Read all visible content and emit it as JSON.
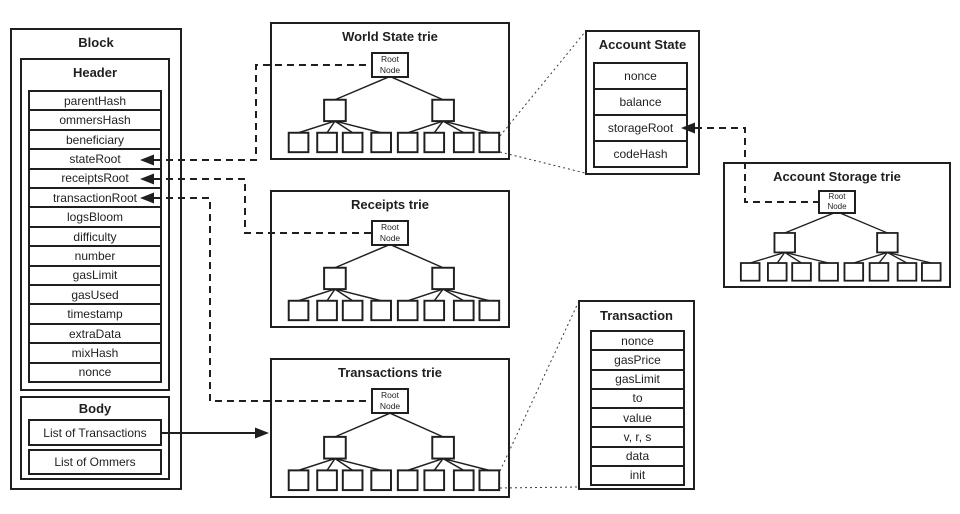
{
  "colors": {
    "line": "#1f1f1f",
    "background": "#ffffff",
    "dotted_line": "#3a3a3a"
  },
  "block": {
    "title": "Block",
    "header": {
      "title": "Header",
      "fields": [
        "parentHash",
        "ommersHash",
        "beneficiary",
        "stateRoot",
        "receiptsRoot",
        "transactionRoot",
        "logsBloom",
        "difficulty",
        "number",
        "gasLimit",
        "gasUsed",
        "timestamp",
        "extraData",
        "mixHash",
        "nonce"
      ]
    },
    "body": {
      "title": "Body",
      "items": [
        "List of Transactions",
        "List of Ommers"
      ]
    }
  },
  "tries": {
    "world_state": {
      "title": "World State trie",
      "root_label": "Root Node"
    },
    "receipts": {
      "title": "Receipts trie",
      "root_label": "Root Node"
    },
    "transactions": {
      "title": "Transactions trie",
      "root_label": "Root Node"
    },
    "account_storage": {
      "title": "Account Storage trie",
      "root_label": "Root Node"
    }
  },
  "account_state": {
    "title": "Account State",
    "fields": [
      "nonce",
      "balance",
      "storageRoot",
      "codeHash"
    ]
  },
  "transaction": {
    "title": "Transaction",
    "fields": [
      "nonce",
      "gasPrice",
      "gasLimit",
      "to",
      "value",
      "v, r, s",
      "data",
      "init"
    ]
  }
}
